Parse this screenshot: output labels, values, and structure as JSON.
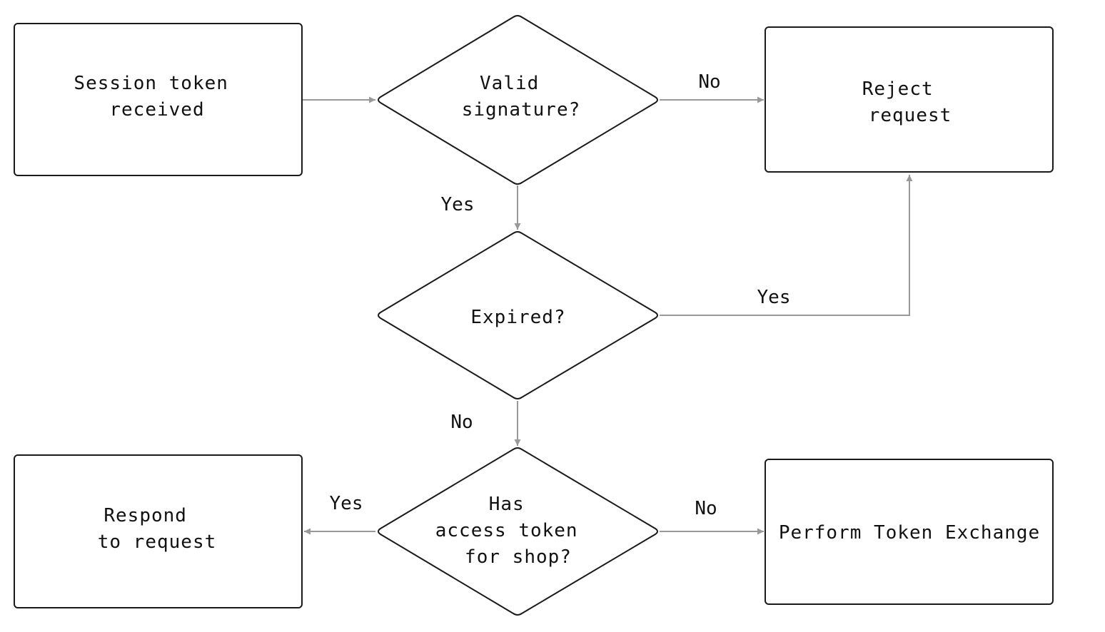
{
  "colors": {
    "background": "#ffffff",
    "node_border": "#1a1a1a",
    "edge": "#999999",
    "text": "#111111"
  },
  "nodes": {
    "session_token": {
      "shape": "rectangle",
      "lines": [
        "Session token",
        "received"
      ]
    },
    "valid_signature": {
      "shape": "diamond",
      "lines": [
        "Valid",
        "signature?"
      ]
    },
    "reject_request": {
      "shape": "rectangle",
      "lines": [
        "Reject",
        "request"
      ]
    },
    "expired": {
      "shape": "diamond",
      "lines": [
        "Expired?"
      ]
    },
    "has_access_token": {
      "shape": "diamond",
      "lines": [
        "Has",
        "access token",
        "for shop?"
      ]
    },
    "respond": {
      "shape": "rectangle",
      "lines": [
        "Respond",
        "to request"
      ]
    },
    "token_exchange": {
      "shape": "rectangle",
      "lines": [
        "Perform Token Exchange"
      ]
    }
  },
  "edges": {
    "session_to_valid": {
      "from": "session_token",
      "to": "valid_signature",
      "label": ""
    },
    "valid_no": {
      "from": "valid_signature",
      "to": "reject_request",
      "label": "No"
    },
    "valid_yes": {
      "from": "valid_signature",
      "to": "expired",
      "label": "Yes"
    },
    "expired_yes": {
      "from": "expired",
      "to": "reject_request",
      "label": "Yes"
    },
    "expired_no": {
      "from": "expired",
      "to": "has_access_token",
      "label": "No"
    },
    "has_yes": {
      "from": "has_access_token",
      "to": "respond",
      "label": "Yes"
    },
    "has_no": {
      "from": "has_access_token",
      "to": "token_exchange",
      "label": "No"
    }
  }
}
